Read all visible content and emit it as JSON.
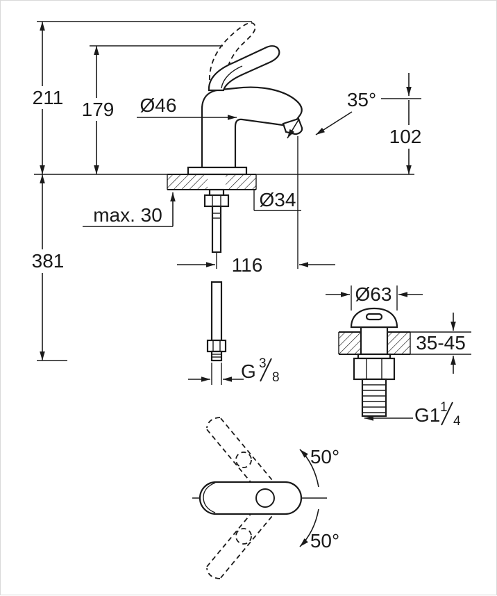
{
  "drawing": {
    "type": "faucet-installation-dimension-drawing",
    "colors": {
      "line": "#1a1a1a",
      "background": "#ffffff"
    },
    "labels": {
      "height_overall": "211",
      "height_handle": "179",
      "body_diameter": "Ø46",
      "spray_angle": "35°",
      "spout_height": "102",
      "deck_thickness_max": "max. 30",
      "hole_diameter": "Ø34",
      "hose_length": "381",
      "spout_reach": "116",
      "waste_flange_diameter": "Ø63",
      "waste_deck_range": "35-45",
      "supply_thread_base": "G",
      "supply_thread_num": "3",
      "supply_thread_den": "8",
      "waste_thread_base": "G1",
      "waste_thread_num": "1",
      "waste_thread_den": "4",
      "handle_swing_up": "50°",
      "handle_swing_down": "50°"
    }
  }
}
